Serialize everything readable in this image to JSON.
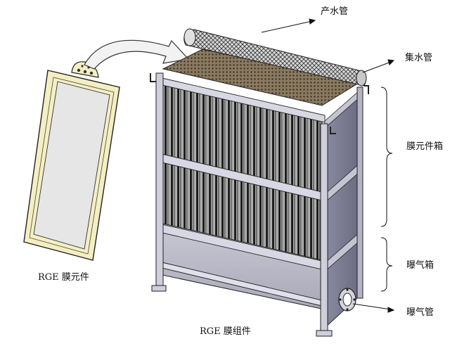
{
  "labels": {
    "product_pipe": "产水管",
    "collect_pipe": "集水管",
    "element_box": "膜元件箱",
    "aeration_box": "曝气箱",
    "aeration_pipe": "曝气管"
  },
  "captions": {
    "element": "RGE 膜元件",
    "module": "RGE 膜组件"
  },
  "colors": {
    "frame": "#f4efc2",
    "frame_edge": "#222222",
    "membrane": "#e6e6e6",
    "box_side": "#7c7c92",
    "box_front_light": "#dcdce6",
    "fiber_dark": "#2a2a2a",
    "fiber_light": "#bdbdbd"
  }
}
